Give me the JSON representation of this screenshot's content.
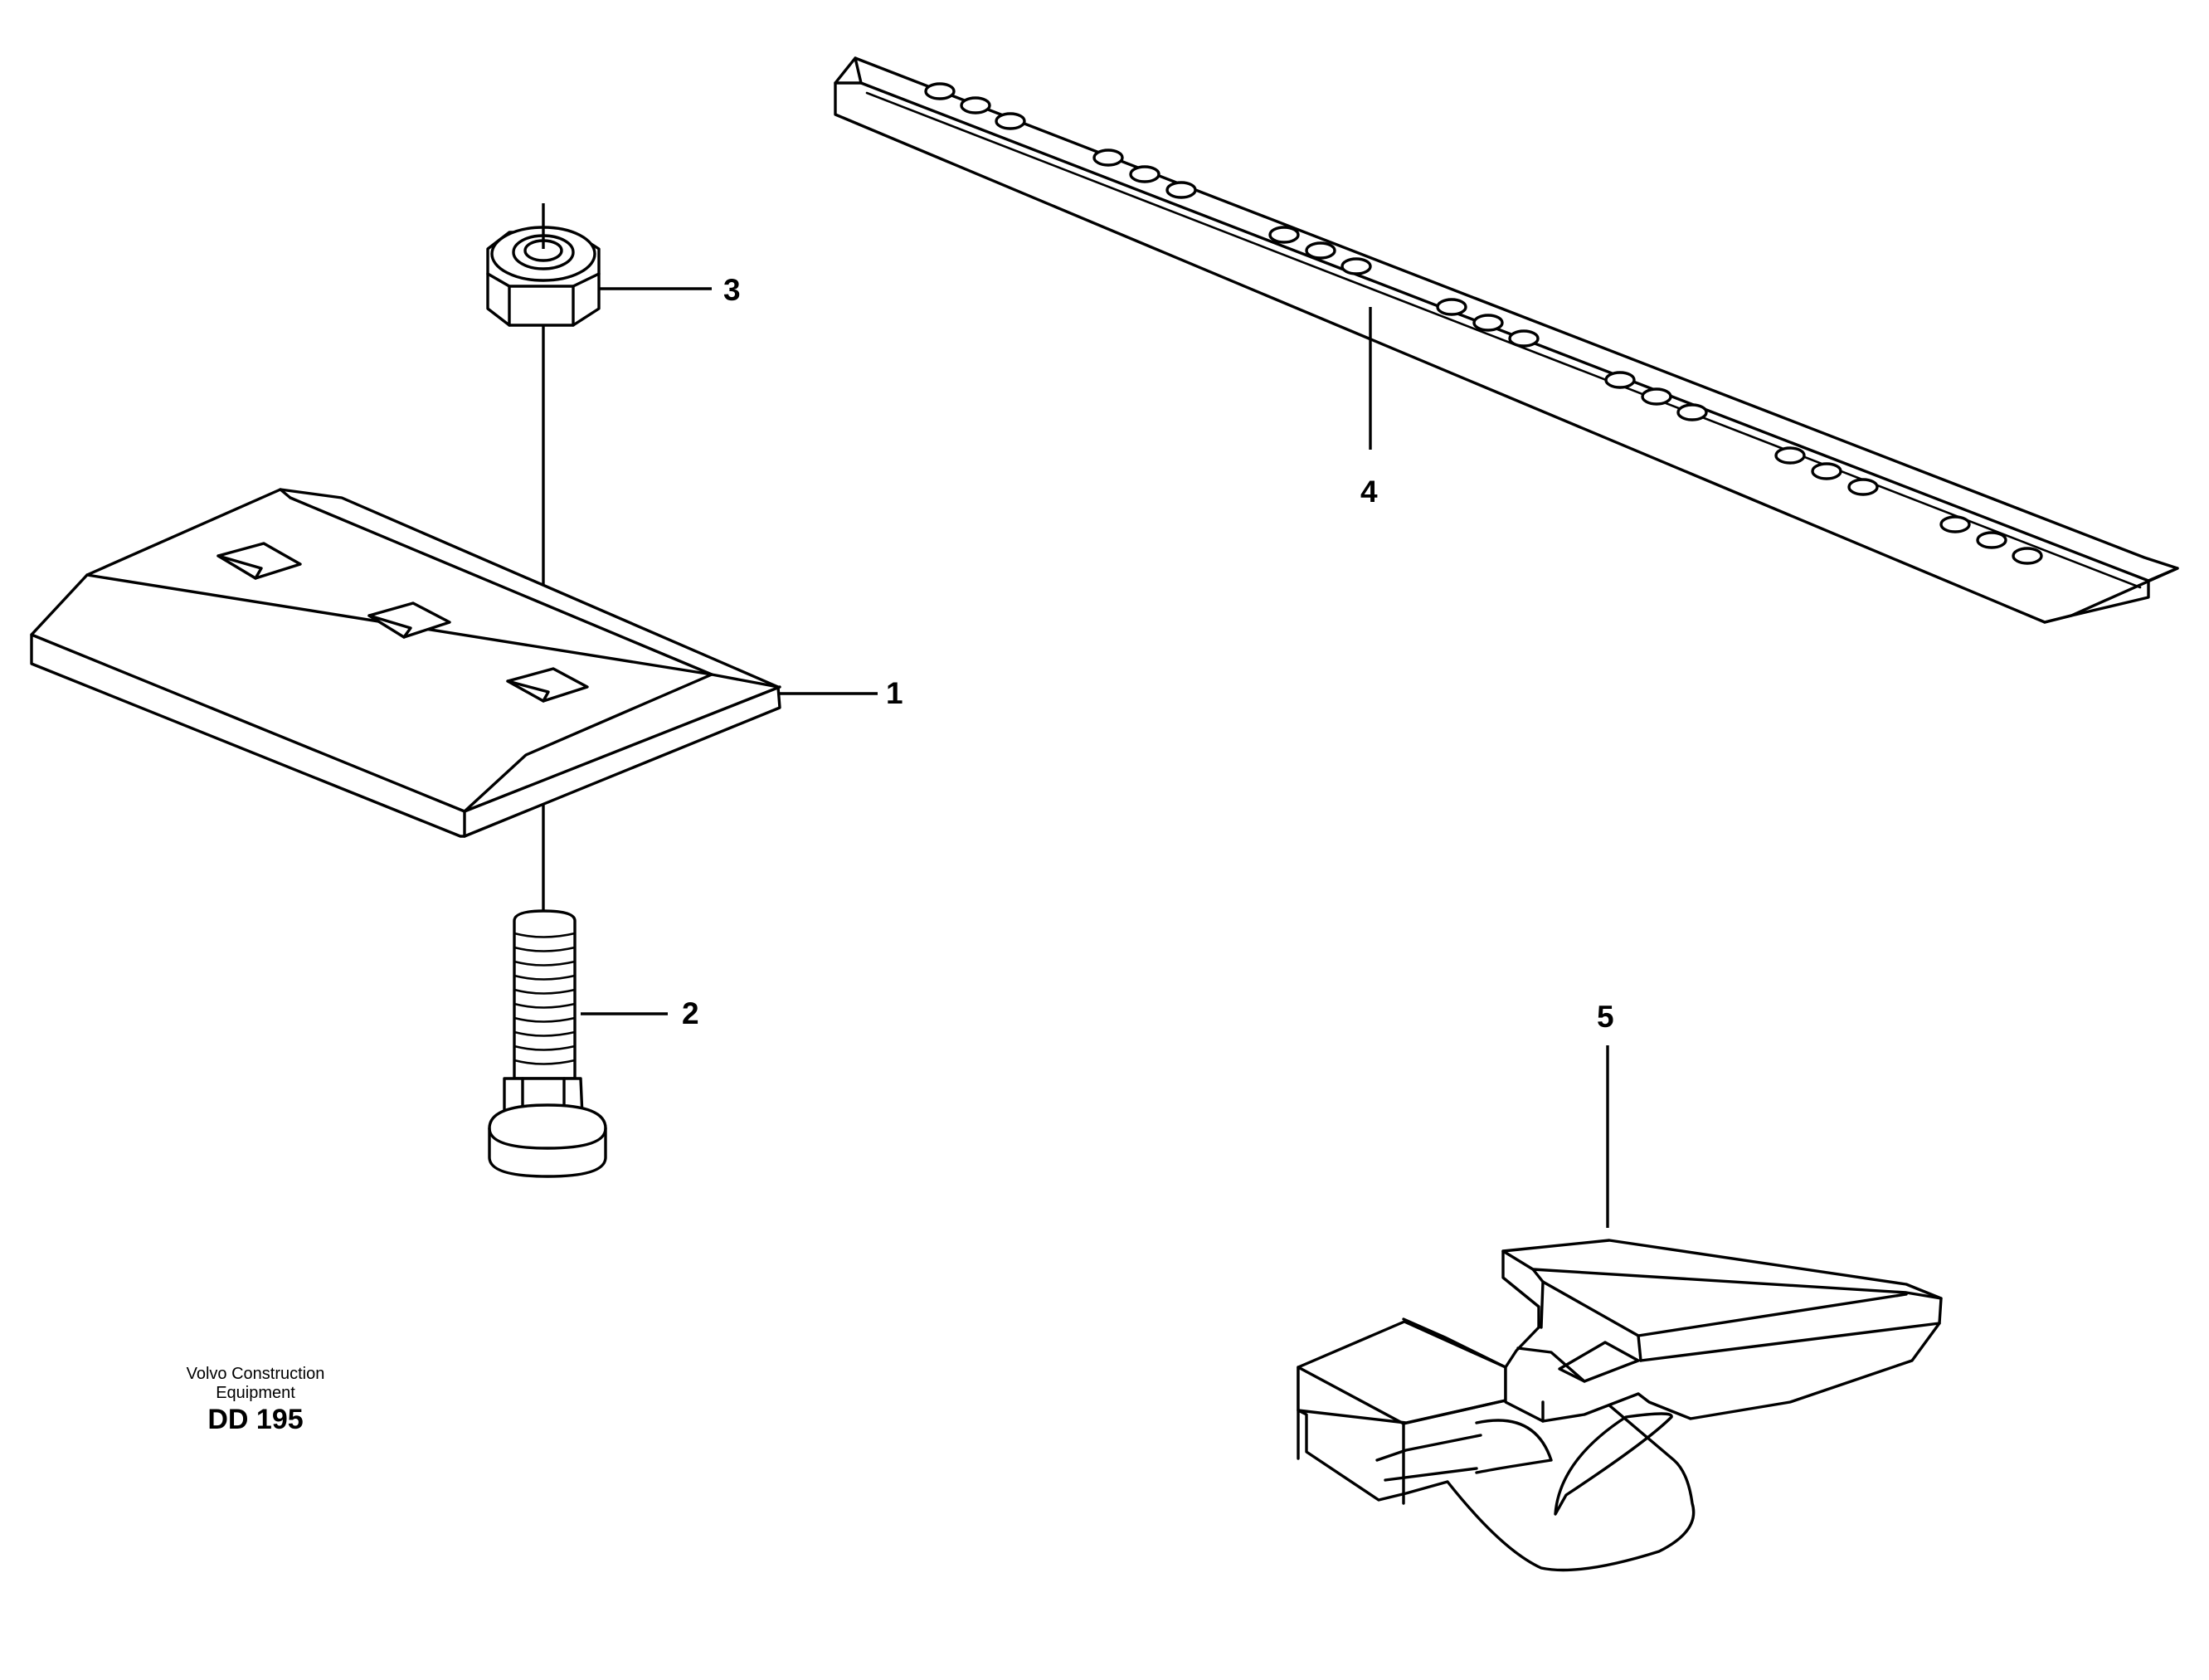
{
  "callouts": {
    "part1": "1",
    "part2": "2",
    "part3": "3",
    "part4": "4",
    "part5": "5"
  },
  "credit": {
    "line1": "Volvo Construction",
    "line2": "Equipment"
  },
  "drawing_number": "DD 195",
  "colors": {
    "ink": "#000000",
    "paper": "#ffffff"
  }
}
